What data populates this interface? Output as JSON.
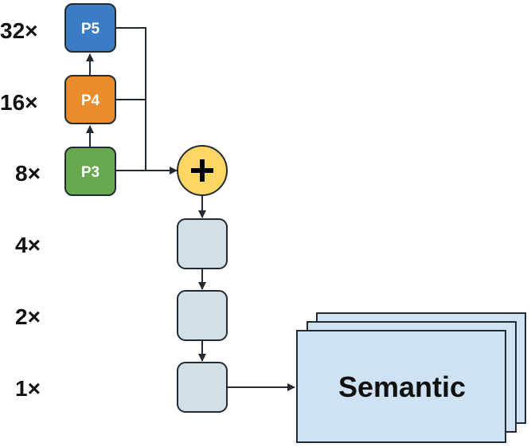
{
  "scales": [
    "32×",
    "16×",
    "8×",
    "4×",
    "2×",
    "1×"
  ],
  "pyramid": {
    "p5": {
      "label": "P5",
      "color": "#3b7dc4"
    },
    "p4": {
      "label": "P4",
      "color": "#e88c2e"
    },
    "p3": {
      "label": "P3",
      "color": "#68a84f"
    }
  },
  "sum_node": {
    "symbol": "+",
    "color": "#fdd663"
  },
  "upsample_color": "#d2dfe5",
  "output": {
    "label": "Semantic",
    "color": "#cfe2f3"
  }
}
